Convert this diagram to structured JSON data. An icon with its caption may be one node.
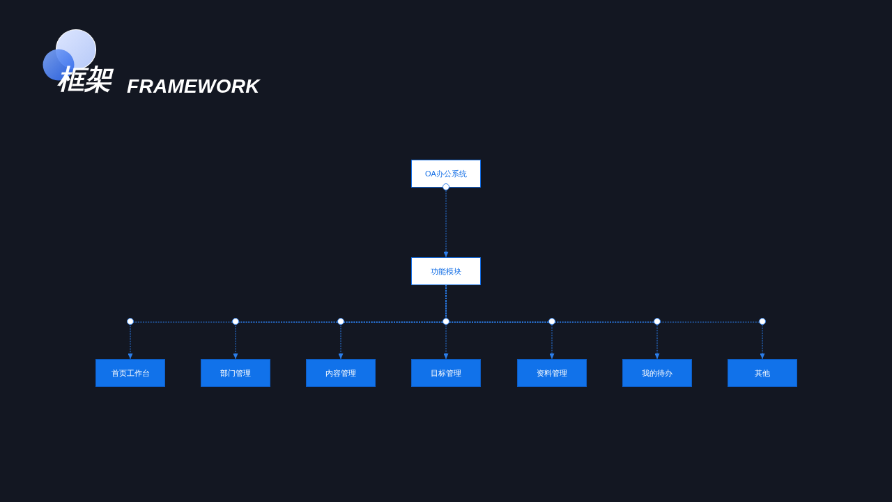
{
  "diagram": {
    "title": "框架",
    "nodes": [
      {
        "text": [
          "OA办公系统"
        ]
      },
      {
        "text": [
          "功能模块"
        ]
      },
      {
        "text": [
          "首页工作台"
        ]
      },
      {
        "text": [
          "部门管理"
        ]
      },
      {
        "text": [
          "内容管理"
        ]
      },
      {
        "text": [
          "目标管理"
        ]
      },
      {
        "text": [
          "资料管理"
        ]
      },
      {
        "text": [
          "我的待办"
        ]
      },
      {
        "text": [
          "其他"
        ]
      }
    ],
    "edges": [
      {
        "from": 0,
        "to": 1,
        "arrow": "to",
        "style": "dashed"
      },
      {
        "from": 1,
        "to": 2,
        "arrow": "to",
        "style": "dashed"
      },
      {
        "from": 1,
        "to": 3,
        "arrow": "to",
        "style": "dashed"
      },
      {
        "from": 1,
        "to": 4,
        "arrow": "to",
        "style": "dashed"
      },
      {
        "from": 1,
        "to": 5,
        "arrow": "to",
        "style": "dashed"
      },
      {
        "from": 1,
        "to": 6,
        "arrow": "to",
        "style": "dashed"
      },
      {
        "from": 1,
        "to": 7,
        "arrow": "to",
        "style": "dashed"
      },
      {
        "from": 1,
        "to": 8,
        "arrow": "to",
        "style": "dashed"
      }
    ],
    "labels": [
      "FRAMEWORK"
    ]
  }
}
